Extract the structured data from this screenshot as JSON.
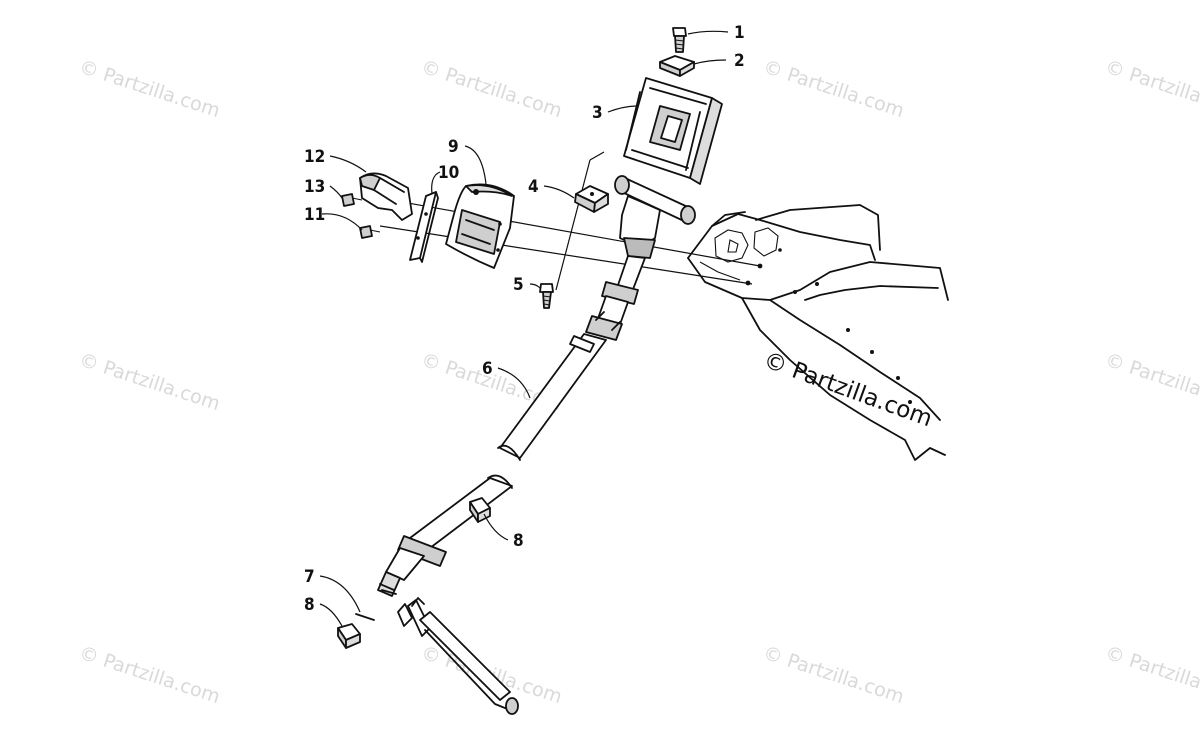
{
  "watermark": {
    "tile_text": "© Partzilla.com",
    "main_text": "© Partzilla.com"
  },
  "callouts": [
    {
      "id": "c1",
      "label": "1"
    },
    {
      "id": "c2",
      "label": "2"
    },
    {
      "id": "c3",
      "label": "3"
    },
    {
      "id": "c4",
      "label": "4"
    },
    {
      "id": "c5",
      "label": "5"
    },
    {
      "id": "c6",
      "label": "6"
    },
    {
      "id": "c7",
      "label": "7"
    },
    {
      "id": "c8a",
      "label": "8"
    },
    {
      "id": "c8b",
      "label": "8"
    },
    {
      "id": "c9",
      "label": "9"
    },
    {
      "id": "c10",
      "label": "10"
    },
    {
      "id": "c11",
      "label": "11"
    },
    {
      "id": "c12",
      "label": "12"
    },
    {
      "id": "c13",
      "label": "13"
    }
  ],
  "colors": {
    "ink": "#111111",
    "part_fill": "#ffffff",
    "part_shade": "#cfcfcf",
    "watermark": "#d9d9d9",
    "background": "#ffffff"
  }
}
